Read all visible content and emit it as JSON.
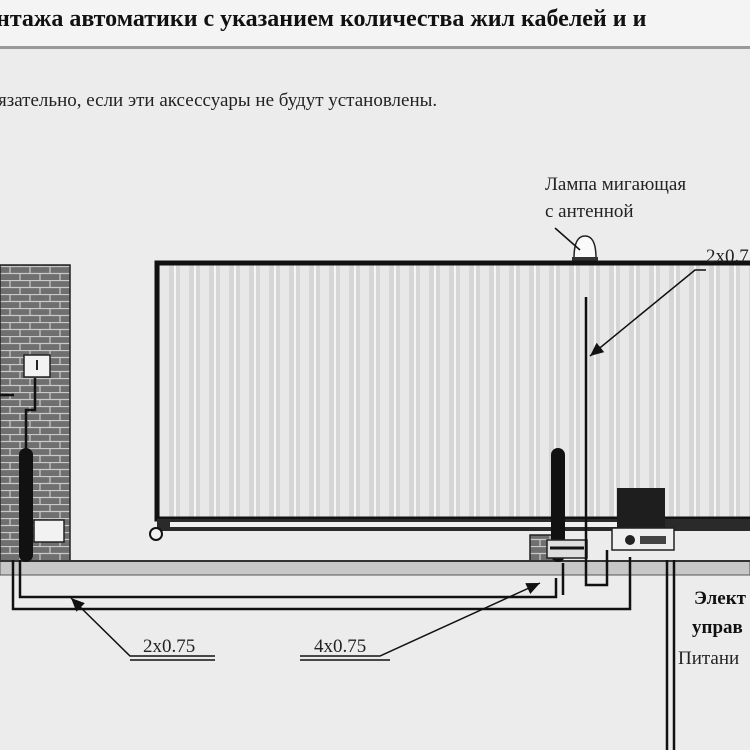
{
  "header": {
    "title": "нтажа автоматики с указанием количества жил кабелей и и",
    "note": "язательно, если эти аксессуары не будут установлены."
  },
  "labels": {
    "lamp_line1": "Лампа мигающая",
    "lamp_line2": "с антенной",
    "cable_lamp": "2x0.7",
    "cable_left": "2x0.75",
    "cable_middle": "4x0.75",
    "box_line1": "Элект",
    "box_line2": "управ",
    "box_line3": "Питани"
  },
  "colors": {
    "background": "#ececec",
    "brick": "#6f6f6f",
    "gate_fill": "#cfcfcf",
    "line": "#111111"
  }
}
